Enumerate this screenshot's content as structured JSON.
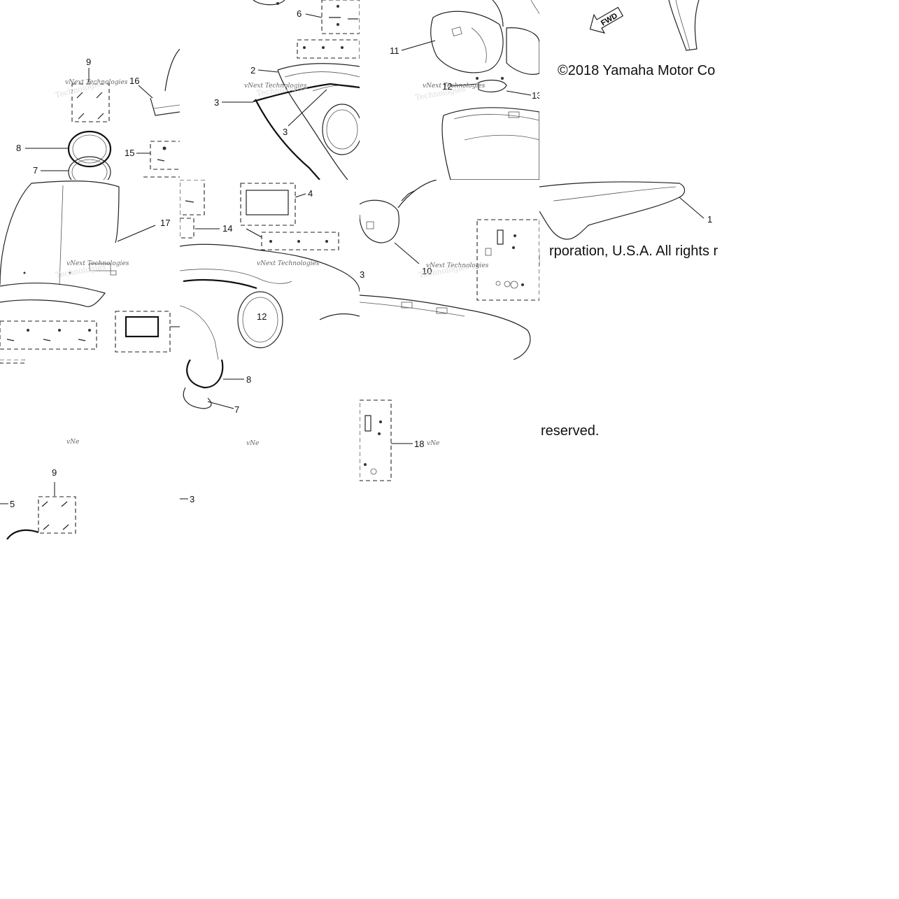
{
  "diagram": {
    "watermark": "vNext Technologies",
    "watermark_short": "vNe",
    "fwd_label": "FWD",
    "copyright": {
      "line1": "©2018 Yamaha Motor Co",
      "line2": "rporation, U.S.A. All rights r",
      "line3": "reserved."
    },
    "callouts": {
      "c1": "1",
      "c2": "2",
      "c3a": "3",
      "c3b": "3",
      "c3c": "3",
      "c3d": "3",
      "c4": "4",
      "c5": "5",
      "c6": "6",
      "c7a": "7",
      "c7b": "7",
      "c8a": "8",
      "c8b": "8",
      "c9a": "9",
      "c9b": "9",
      "c10": "10",
      "c11": "11",
      "c12a": "12",
      "c12b": "12",
      "c13": "13",
      "c14": "14",
      "c15": "15",
      "c16": "16",
      "c17": "17",
      "c18": "18"
    }
  }
}
